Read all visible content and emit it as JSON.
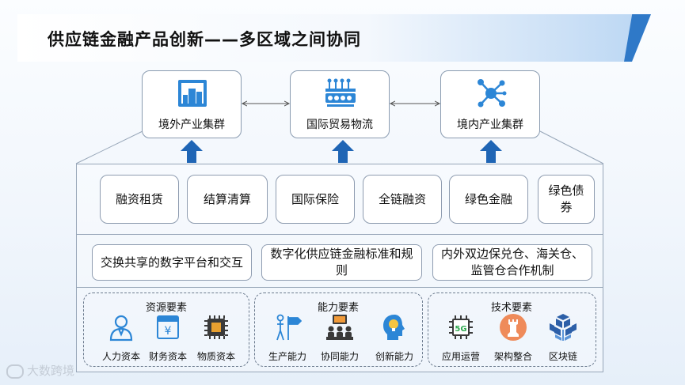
{
  "title": "供应链金融产品创新——多区域之间协同",
  "clusters": [
    {
      "label": "境外产业集群",
      "icon": "building-chart-icon"
    },
    {
      "label": "国际贸易物流",
      "icon": "logistics-network-icon"
    },
    {
      "label": "境内产业集群",
      "icon": "cluster-network-icon"
    }
  ],
  "finance_products": [
    "融资租赁",
    "结算清算",
    "国际保险",
    "全链融资",
    "绿色金融",
    "绿色债券"
  ],
  "platforms": [
    "交换共享的数字平台和交互",
    "数字化供应链金融标准和规则",
    "内外双边保兑仓、海关仓、监管仓合作机制"
  ],
  "elements": [
    {
      "title": "资源要素",
      "items": [
        {
          "label": "人力资本",
          "icon": "person-icon"
        },
        {
          "label": "财务资本",
          "icon": "yuan-ledger-icon"
        },
        {
          "label": "物质资本",
          "icon": "chip-icon"
        }
      ]
    },
    {
      "title": "能力要素",
      "items": [
        {
          "label": "生产能力",
          "icon": "direction-sign-icon"
        },
        {
          "label": "协同能力",
          "icon": "teamwork-icon"
        },
        {
          "label": "创新能力",
          "icon": "lightbulb-head-icon"
        }
      ]
    },
    {
      "title": "技术要素",
      "items": [
        {
          "label": "应用运营",
          "icon": "5g-chip-icon"
        },
        {
          "label": "架构整合",
          "icon": "chess-rook-icon"
        },
        {
          "label": "区块链",
          "icon": "blockchain-cubes-icon"
        }
      ]
    }
  ],
  "watermark": "大数跨境",
  "colors": {
    "accent": "#2f79c8",
    "arrow": "#1f65b5",
    "icon_blue": "#2c86d6"
  }
}
